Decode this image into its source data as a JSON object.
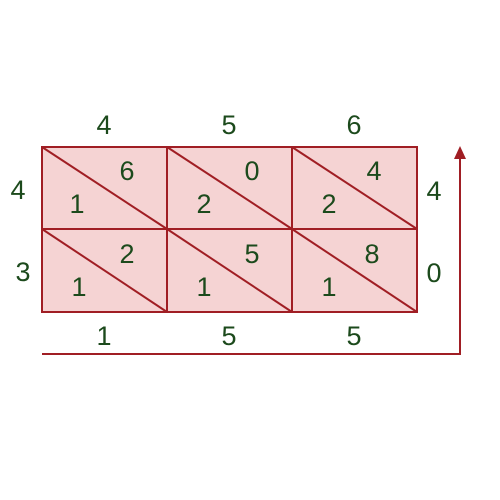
{
  "colors": {
    "cell_fill": "#f5d3d3",
    "line": "#a01e24",
    "text": "#1c4a1c",
    "background": "#ffffff"
  },
  "top_digits": [
    "4",
    "5",
    "6"
  ],
  "left_digits": [
    "4",
    "3"
  ],
  "right_digits": [
    "4",
    "0"
  ],
  "bottom_digits": [
    "1",
    "5",
    "5"
  ],
  "cells": [
    [
      {
        "tens": "1",
        "units": "6"
      },
      {
        "tens": "2",
        "units": "0"
      },
      {
        "tens": "2",
        "units": "4"
      }
    ],
    [
      {
        "tens": "1",
        "units": "2"
      },
      {
        "tens": "1",
        "units": "5"
      },
      {
        "tens": "1",
        "units": "8"
      }
    ]
  ]
}
